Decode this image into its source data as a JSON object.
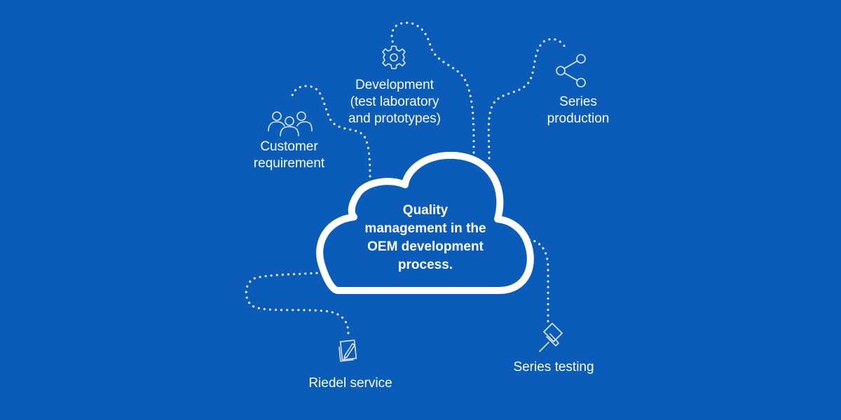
{
  "colors": {
    "background": "#0a5cb8",
    "line": "#ffffff",
    "text": "#ffffff"
  },
  "center": {
    "lines": [
      "Quality",
      "management in the",
      "OEM development",
      "process."
    ]
  },
  "nodes": {
    "development": {
      "icon": "gear-icon",
      "lines": [
        "Development",
        "(test laboratory",
        "and prototypes)"
      ]
    },
    "series_production": {
      "icon": "share-icon",
      "lines": [
        "Series",
        "production"
      ]
    },
    "customer_requirement": {
      "icon": "users-icon",
      "lines": [
        "Customer",
        "requirement"
      ]
    },
    "riedel_service": {
      "icon": "notepad-pencil-icon",
      "lines": [
        "Riedel service"
      ]
    },
    "series_testing": {
      "icon": "pushpin-icon",
      "lines": [
        "Series testing"
      ]
    }
  }
}
